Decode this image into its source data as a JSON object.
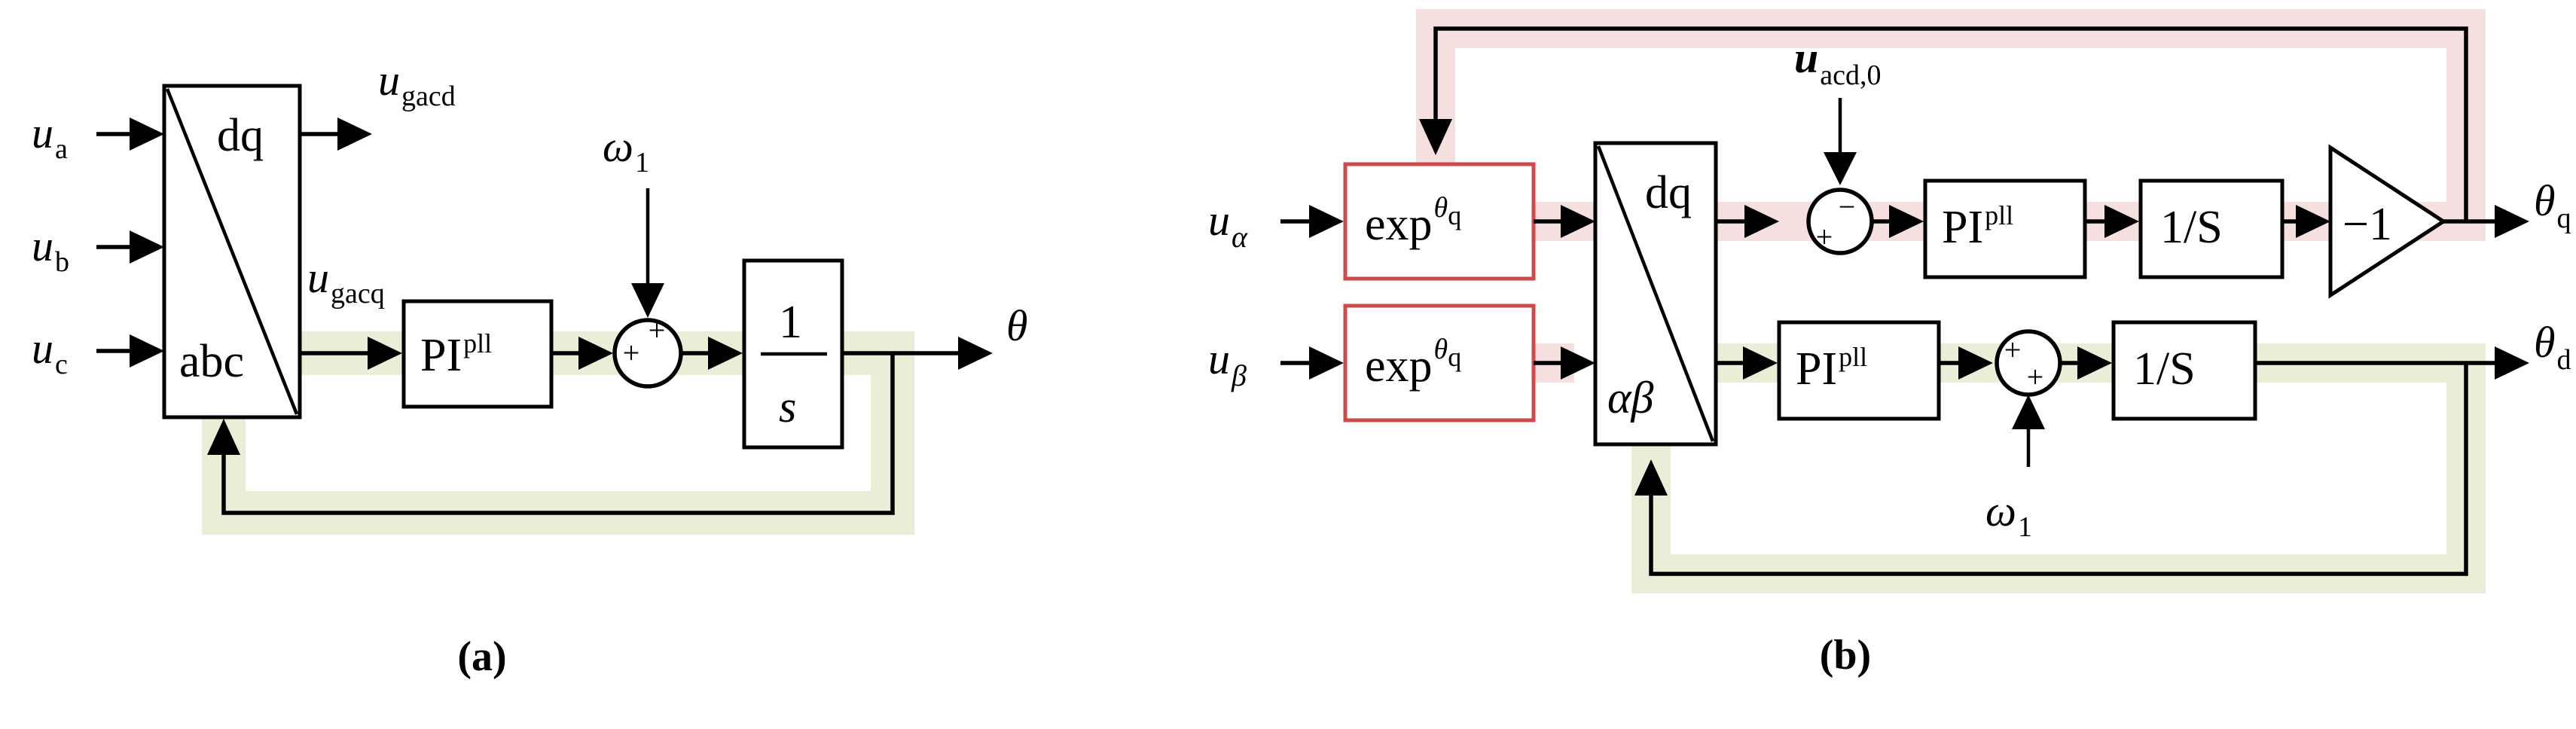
{
  "figure": {
    "background_color": "#ffffff",
    "line_color": "#000000",
    "accent_red": "#cf4a4a",
    "highlight_green": "#e9eed7",
    "highlight_pink": "#f6dfdf"
  },
  "panel_a": {
    "caption": "(a)",
    "inputs": [
      {
        "base": "u",
        "sub": "a"
      },
      {
        "base": "u",
        "sub": "b"
      },
      {
        "base": "u",
        "sub": "c"
      }
    ],
    "transform_block": {
      "top_label": "dq",
      "bottom_label": "abc"
    },
    "outputs": [
      {
        "base": "u",
        "sub": "gacd"
      },
      {
        "base": "u",
        "sub": "gacq"
      }
    ],
    "controller_block": {
      "base": "PI",
      "sup": "pll"
    },
    "sum_junction": {
      "sign_left": "+",
      "sign_top": "+"
    },
    "omega_input": {
      "base": "ω",
      "sub": "1"
    },
    "integrator_block": {
      "numerator": "1",
      "denominator": "s"
    },
    "output": {
      "base": "θ",
      "sub": ""
    },
    "feedback_label": "theta-feedback"
  },
  "panel_b": {
    "caption": "(b)",
    "inputs": [
      {
        "base": "u",
        "sub": "α"
      },
      {
        "base": "u",
        "sub": "β"
      }
    ],
    "exp_blocks": [
      {
        "base": "exp",
        "sup_theta": "θ",
        "sup_sub": "q"
      },
      {
        "base": "exp",
        "sup_theta": "θ",
        "sup_sub": "q"
      }
    ],
    "transform_block": {
      "top_label": "dq",
      "bottom_label": "αβ"
    },
    "disturbance_input": {
      "base": "u",
      "sub": "acd,0"
    },
    "upper_path": {
      "sum_junction": {
        "sign_top": "−",
        "sign_left": "+"
      },
      "controller_block": {
        "base": "PI",
        "sup": "pll"
      },
      "integrator_block": {
        "label": "1/S"
      },
      "gain_block": {
        "label": "−1"
      },
      "output": {
        "base": "θ",
        "sub": "q"
      }
    },
    "lower_path": {
      "controller_block": {
        "base": "PI",
        "sup": "pll"
      },
      "sum_junction": {
        "sign_left": "+",
        "sign_bottom": "+"
      },
      "omega_input": {
        "base": "ω",
        "sub": "1"
      },
      "integrator_block": {
        "label": "1/S"
      },
      "output": {
        "base": "θ",
        "sub": "d"
      }
    },
    "feedback_upper_label": "theta-q-feedback",
    "feedback_lower_label": "theta-d-feedback"
  }
}
